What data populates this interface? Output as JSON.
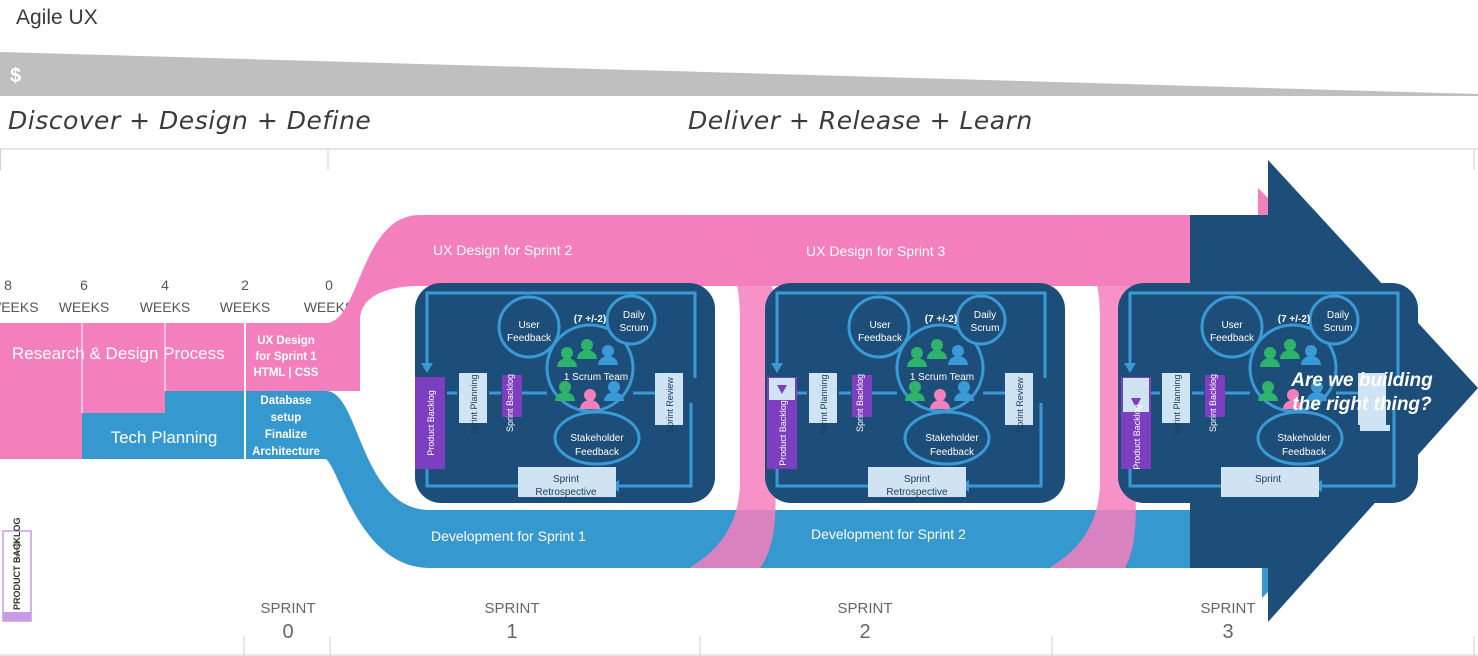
{
  "title": "Agile UX",
  "cost_symbol": "$",
  "phases": {
    "left": "Discover + Design + Define",
    "right": "Deliver + Release + Learn"
  },
  "weeks": [
    {
      "num": "8",
      "label": "WEEKS"
    },
    {
      "num": "6",
      "label": "WEEKS"
    },
    {
      "num": "4",
      "label": "WEEKS"
    },
    {
      "num": "2",
      "label": "WEEKS"
    },
    {
      "num": "0",
      "label": "WEEKS"
    }
  ],
  "blocks": {
    "research": "Research & Design Process",
    "tech": "Tech Planning",
    "ux_sprint1": [
      "UX Design",
      "for Sprint 1",
      "HTML | CSS"
    ],
    "database": [
      "Database",
      "setup",
      "Finalize",
      "Architecture"
    ]
  },
  "bands": {
    "ux": [
      "UX Design for Sprint 2",
      "UX Design for Sprint 3"
    ],
    "dev": [
      "Development for Sprint 1",
      "Development for Sprint 2"
    ]
  },
  "scrum": {
    "product_backlog": "Product Backlog",
    "sprint_planning": "Sprint Planning",
    "sprint_backlog": "Sprint Backlog",
    "sprint_review": "Sprint Review",
    "sprint_retrospective": [
      "Sprint",
      "Retrospective"
    ],
    "user_feedback": [
      "User",
      "Feedback"
    ],
    "team_size": "(7 +/-2)",
    "daily_scrum": [
      "Daily",
      "Scrum"
    ],
    "scrum_team": "1 Scrum Team",
    "stakeholder_feedback": [
      "Stakeholder",
      "Feedback"
    ]
  },
  "question": [
    "Are we building",
    "the right thing?"
  ],
  "legend": "PRODUCT BACKLOG",
  "sprints": [
    {
      "word": "SPRINT",
      "num": "0"
    },
    {
      "word": "SPRINT",
      "num": "1"
    },
    {
      "word": "SPRINT",
      "num": "2"
    },
    {
      "word": "SPRINT",
      "num": "3"
    }
  ],
  "colors": {
    "pink": "#f47fbd",
    "blue": "#3598cf",
    "navy": "#1c4e79",
    "purple": "#7d3fc0",
    "gray_wedge": "#bdbdbd"
  }
}
